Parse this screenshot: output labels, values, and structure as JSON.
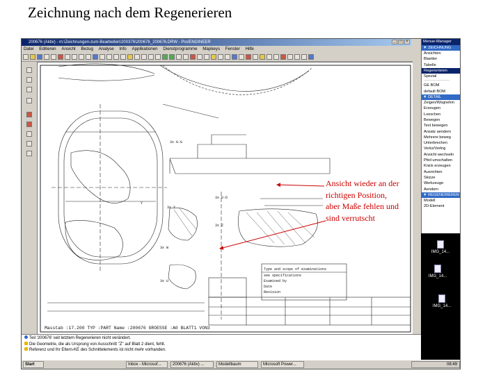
{
  "slide": {
    "title": "Zeichnung nach dem Regenerieren",
    "annotation": "Ansicht wieder an der richtigen Position, aber Maße fehlen und sind verrutscht"
  },
  "window": {
    "title": "200676 (Aktiv) - m:\\Zeichnungen-zum-Bearbeiten\\200376\\200676_200676.DRW - Pro/ENGINEER",
    "controls": [
      "_",
      "□",
      "×"
    ]
  },
  "menubar": [
    "Datei",
    "Editieren",
    "Ansicht",
    "Bezug",
    "Analyse",
    "Info",
    "Applikationen",
    "Dienstprogramme",
    "Mapkeys",
    "Fenster",
    "Hilfe"
  ],
  "drawing": {
    "footer": "Masstab :17.200   TYP :PART  Name :200676  GROESSE :A0  BLATT1 VON3",
    "views": [
      "3x G-G",
      "3x D-D",
      "3x Y",
      "3x W",
      "3x Z",
      "3x U"
    ],
    "title_block_text": [
      "Type and scope of examinations",
      "see specifications",
      "Examined by",
      "Date",
      "Revision"
    ],
    "label_y": "Y"
  },
  "menu_manager": {
    "title": "Menue-Manager",
    "sections": [
      {
        "label": "▼ ZEICHNUNG",
        "items": [
          "Ansichten",
          "Blaetter",
          "Tabelle",
          "Regenerieren",
          "Spezial",
          "GE BOM",
          "default BOM"
        ],
        "selected": "Regenerieren"
      },
      {
        "label": "▼ DETAIL",
        "items": [
          "Zeigen/Wegnehm",
          "Erzeugen",
          "Loeschen",
          "Bewegen",
          "Text bewegen",
          "Ansatz aendern",
          "Mehrere beweg",
          "Unterbrechen",
          "Verkz/Verlng",
          "Ansicht wechseln",
          "Pfeil umschalten",
          "Knick erzeugen",
          "Ausrichten",
          "Skizze",
          "Werkzeuge",
          "Aendern"
        ]
      },
      {
        "label": "▼ REGENERIEREN",
        "items": [
          "Modell",
          "2D-Element"
        ]
      }
    ]
  },
  "desktop_icons": [
    "IMG_14...",
    "IMG_14...",
    "IMG_14..."
  ],
  "messages": [
    "Teil '200676' seit letztem Regenerieren nicht verändert.",
    "Die Geometrie, die als Ursprung von Ausschnitt \"Z\" auf Blatt 2 dient, fehlt.",
    "Referenz und Ihr Eltern-KE des Schnittelements ist nicht mehr vorhanden."
  ],
  "taskbar": {
    "start": "Start",
    "tasks": [
      "Inbox - Microsof...",
      "200676 (Aktiv) ...",
      "Modellbaum",
      "Microsoft Power..."
    ],
    "clock": "08:49"
  },
  "colors": {
    "annotation": "#cc0000",
    "menu_selected": "#0a246a",
    "menu_section": "#316ac5",
    "desktop": "#000000"
  }
}
